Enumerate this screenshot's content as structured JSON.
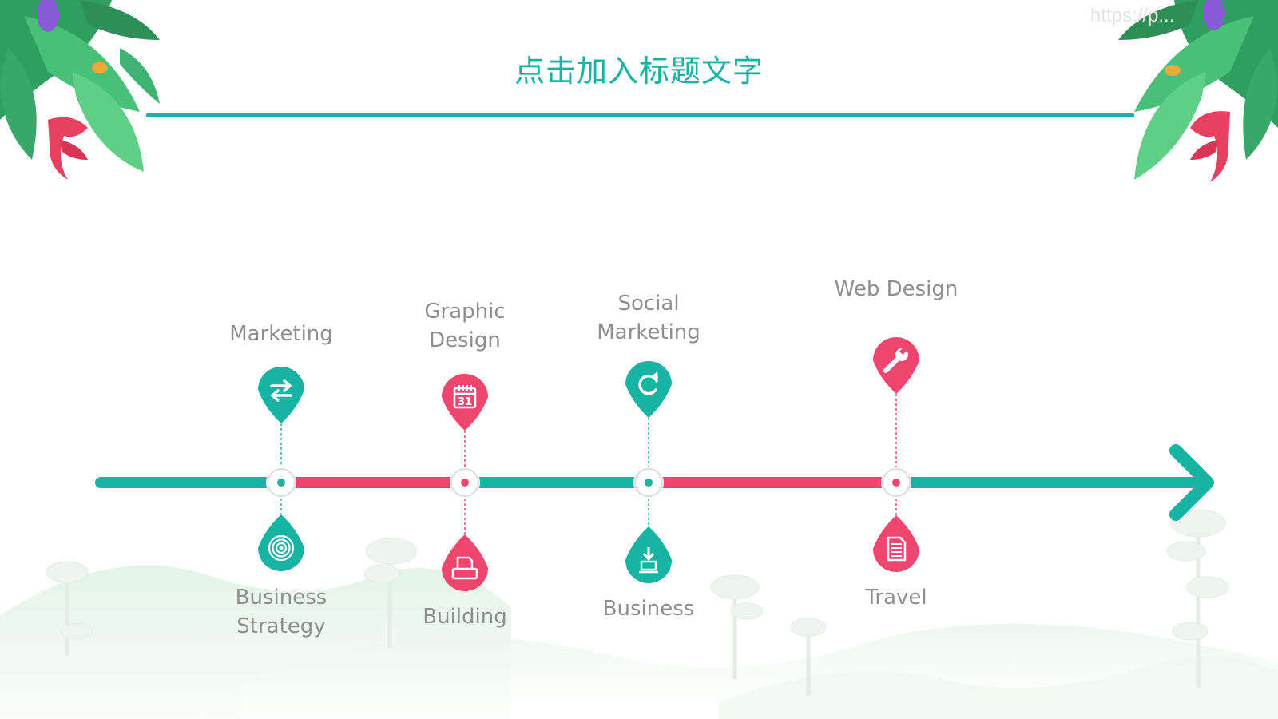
{
  "slide": {
    "title": "点击加入标题文字",
    "watermark": "https://p..."
  },
  "colors": {
    "teal": "#17b3a3",
    "pink": "#ef4670",
    "label_gray": "#8e8e8e",
    "leaf_green": "#35b46a"
  },
  "timeline": {
    "markers": [
      {
        "top_label": "Marketing",
        "top_icon": "swap-arrows-icon",
        "top_color": "teal",
        "bottom_label": "Business\nStrategy",
        "bottom_icon": "target-icon",
        "bottom_color": "teal"
      },
      {
        "top_label": "Graphic\nDesign",
        "top_icon": "calendar-icon",
        "top_color": "pink",
        "bottom_label": "Building",
        "bottom_icon": "printer-icon",
        "bottom_color": "pink"
      },
      {
        "top_label": "Social\nMarketing",
        "top_icon": "refresh-icon",
        "top_color": "teal",
        "bottom_label": "Business",
        "bottom_icon": "download-icon",
        "bottom_color": "teal"
      },
      {
        "top_label": "Web Design",
        "top_icon": "wrench-icon",
        "top_color": "pink",
        "bottom_label": "Travel",
        "bottom_icon": "document-icon",
        "bottom_color": "pink"
      }
    ],
    "calendar_day": "31"
  }
}
